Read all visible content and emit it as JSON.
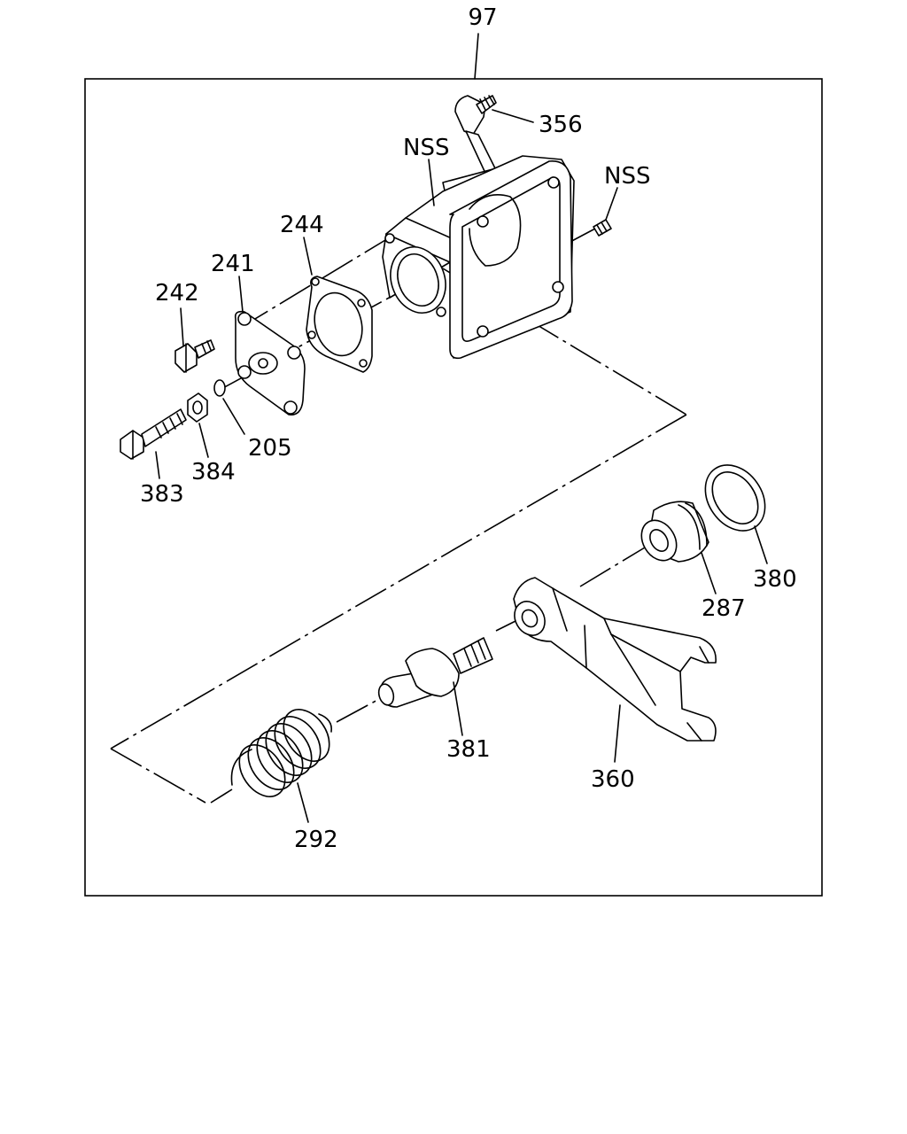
{
  "assembly": {
    "label": "97"
  },
  "callouts": {
    "p356": "356",
    "nss_housing": "NSS",
    "nss_plug": "NSS",
    "p244": "244",
    "p241": "241",
    "p242": "242",
    "p205": "205",
    "p384": "384",
    "p383": "383",
    "p380": "380",
    "p287": "287",
    "p381": "381",
    "p360": "360",
    "p292": "292"
  }
}
